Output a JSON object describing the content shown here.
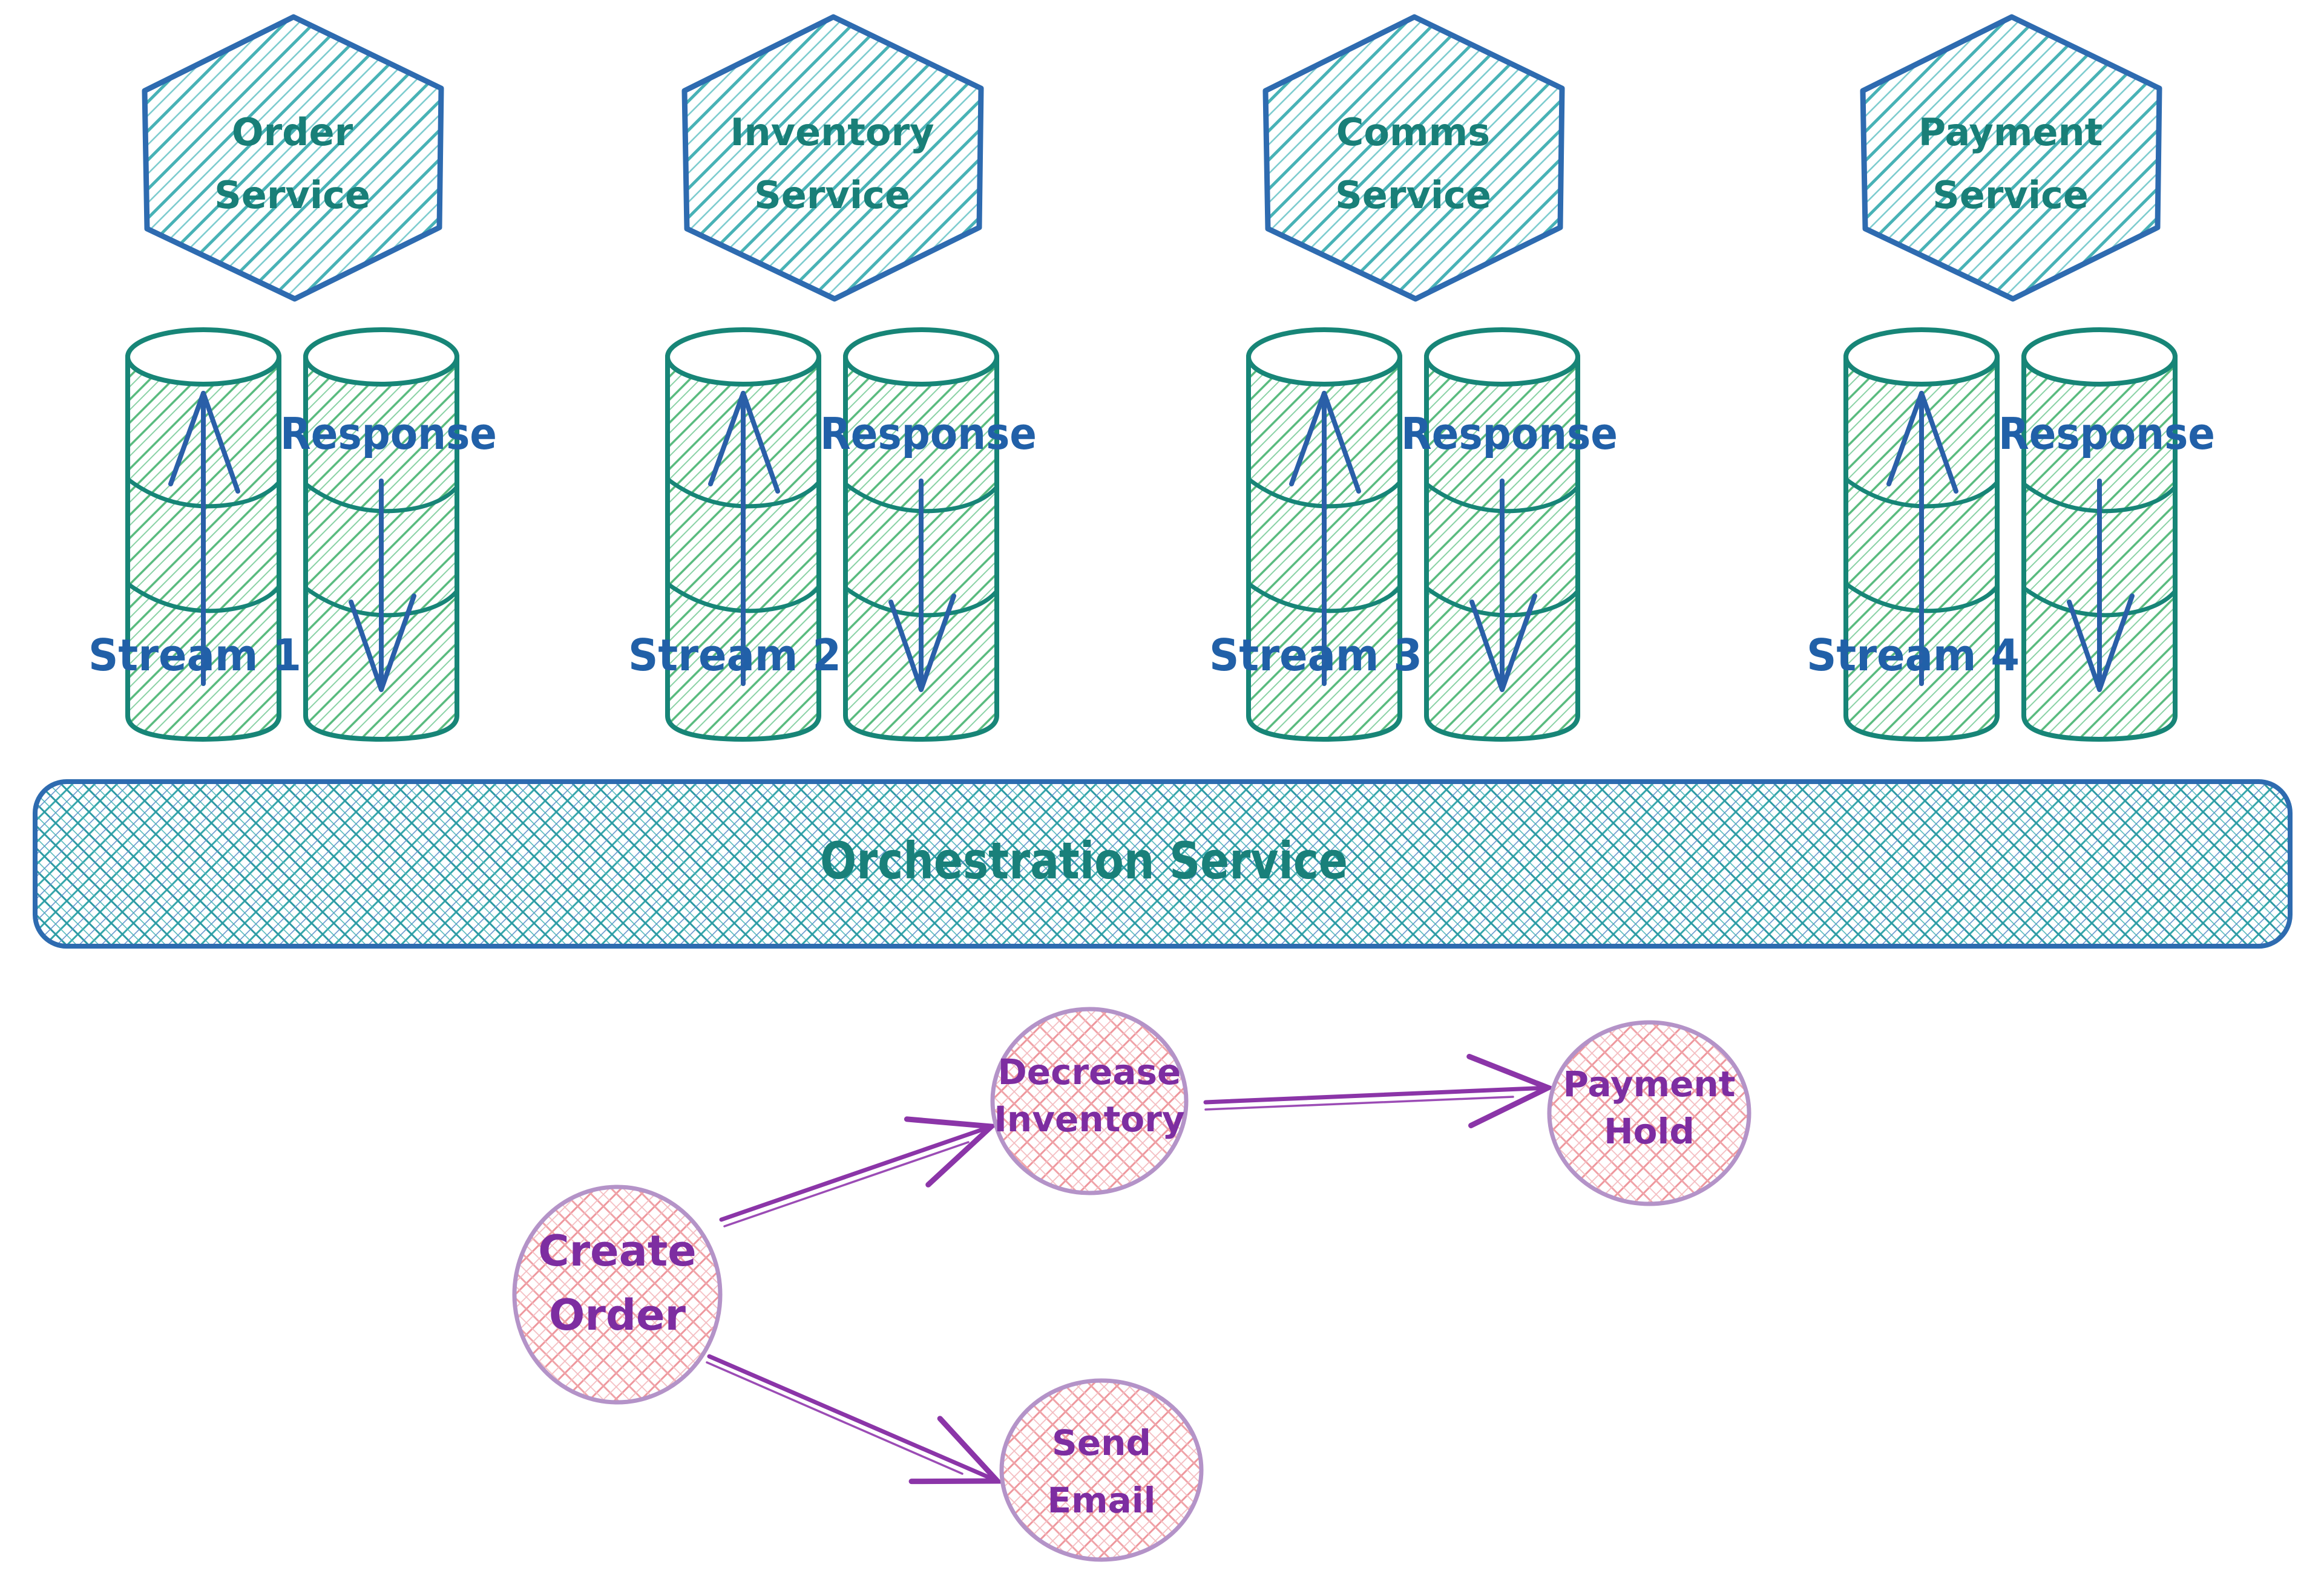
{
  "services": [
    {
      "name": "Order Service",
      "line1": "Order",
      "line2": "Service",
      "response": "Response",
      "stream": "Stream 1"
    },
    {
      "name": "Inventory Service",
      "line1": "Inventory",
      "line2": "Service",
      "response": "Response",
      "stream": "Stream 2"
    },
    {
      "name": "Comms Service",
      "line1": "Comms",
      "line2": "Service",
      "response": "Response",
      "stream": "Stream 3"
    },
    {
      "name": "Payment Service",
      "line1": "Payment",
      "line2": "Service",
      "response": "Response",
      "stream": "Stream 4"
    }
  ],
  "orchestration": {
    "label": "Orchestration Service"
  },
  "workflow": {
    "create_order": {
      "line1": "Create",
      "line2": "Order"
    },
    "decrease_inventory": {
      "line1": "Decrease",
      "line2": "Inventory"
    },
    "payment_hold": {
      "line1": "Payment",
      "line2": "Hold"
    },
    "send_email": {
      "line1": "Send",
      "line2": "Email"
    },
    "edges": [
      {
        "from": "Create Order",
        "to": "Decrease Inventory"
      },
      {
        "from": "Create Order",
        "to": "Send Email"
      },
      {
        "from": "Decrease Inventory",
        "to": "Payment Hold"
      }
    ]
  },
  "colors": {
    "hexagon_border": "#2e6bb0",
    "hexagon_hatch": "#48b2b6",
    "hexagon_text": "#197f78",
    "cylinder_border": "#178577",
    "cylinder_hatch": "#57ba7d",
    "stream_arrow_blue": "#2a5fa8",
    "io_label_blue": "#2160a8",
    "bar_border": "#2e6bb0",
    "bar_mesh": "#35a6ab",
    "bar_text": "#19807a",
    "circle_border": "#b493c8",
    "circle_mesh_pink": "#ee979d",
    "circle_text_purple": "#7d2da1",
    "edge_arrow_purple": "#8b35a8"
  }
}
